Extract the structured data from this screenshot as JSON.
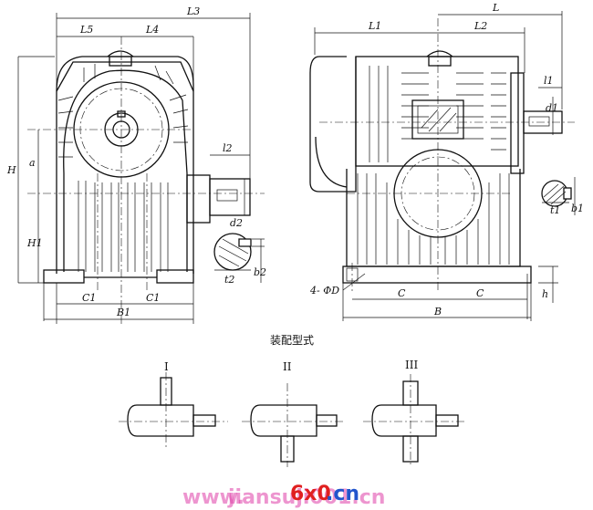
{
  "front_view": {
    "dims": {
      "L5": "L5",
      "L4": "L4",
      "L3": "L3",
      "H": "H",
      "a": "a",
      "H1": "H1",
      "l2": "l2",
      "d2": "d2",
      "b2": "b2",
      "t2": "t2",
      "C1a": "C1",
      "C1b": "C1",
      "B1": "B1"
    }
  },
  "side_view": {
    "dims": {
      "L1": "L1",
      "L2": "L2",
      "L": "L",
      "l1": "l1",
      "d1": "d1",
      "t1": "t1",
      "b1": "b1",
      "phiD": "4- ΦD",
      "Ca": "C",
      "Cb": "C",
      "B": "B",
      "h": "h"
    }
  },
  "assembly": {
    "title": "装配型式",
    "labels": [
      "I",
      "II",
      "III"
    ]
  },
  "watermark": {
    "text": "www.jiansuji001.cn",
    "highlight": "6x0",
    "color_pink": "#e040a8",
    "color_blue": "#2255cc",
    "color_red": "#e02020"
  }
}
